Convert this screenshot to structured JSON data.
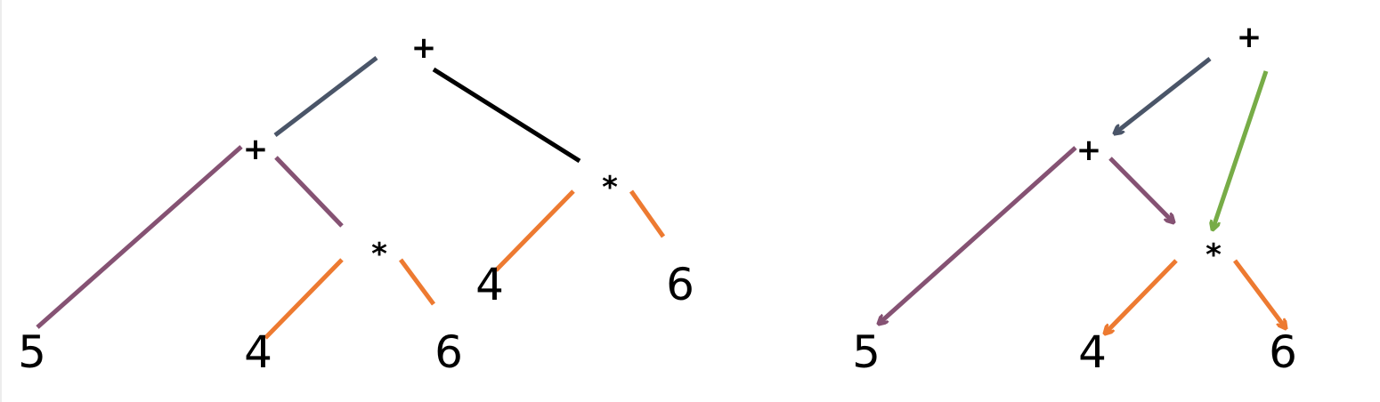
{
  "colors": {
    "root_left": "#4a5568",
    "root_right": "#000000",
    "plus_branch": "#855273",
    "times_branch": "#ed7a31",
    "shared": "#77ac47",
    "text": "#000000"
  },
  "tree": {
    "root": "+",
    "plus_node": "+",
    "inner_times": "*",
    "right_times": "*",
    "leaf_five": "5",
    "leaf_four_a": "4",
    "leaf_six_a": "6",
    "leaf_four_b": "4",
    "leaf_six_b": "6"
  },
  "dag": {
    "root": "+",
    "plus_node": "+",
    "times_node": "*",
    "leaf_five": "5",
    "leaf_four": "4",
    "leaf_six": "6"
  }
}
